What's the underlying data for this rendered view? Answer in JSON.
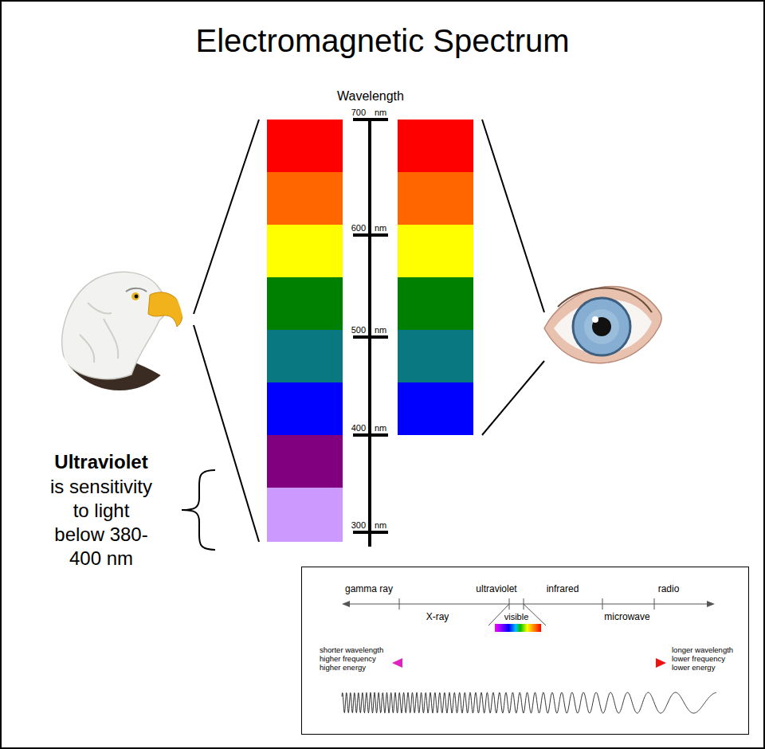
{
  "diagram": {
    "title": "Electromagnetic Spectrum",
    "nodes": [
      {
        "text": [
          "gamma ray",
          "ultraviolet",
          "infrared",
          "radio",
          "X-ray",
          "visible",
          "microwave",
          "shorter wavelength higher frequency higher energy",
          "longer wavelength lower frequency lower energy"
        ]
      }
    ],
    "labels": [
      "Wavelength",
      "700",
      "nm",
      "600",
      "nm",
      "500",
      "nm",
      "400",
      "nm",
      "300",
      "nm",
      "Ultraviolet",
      "is sensitivity to light below 380-400 nm"
    ]
  }
}
